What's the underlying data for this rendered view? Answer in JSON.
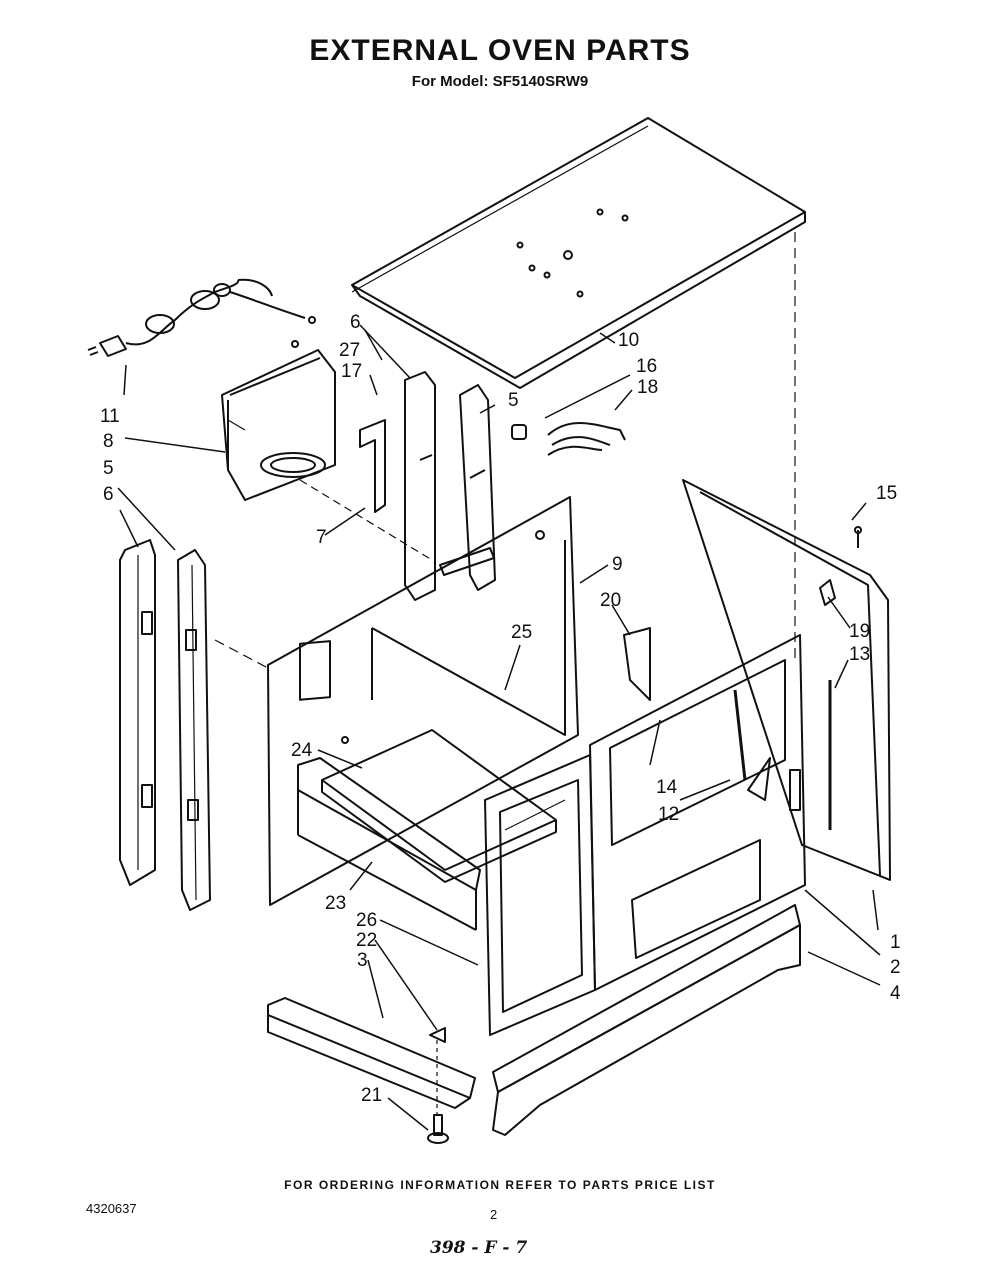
{
  "header": {
    "title": "EXTERNAL OVEN  PARTS",
    "subtitle": "For Model: SF5140SRW9"
  },
  "callouts": [
    "1",
    "2",
    "3",
    "4",
    "5",
    "5",
    "6",
    "6",
    "7",
    "8",
    "9",
    "10",
    "11",
    "12",
    "13",
    "14",
    "15",
    "16",
    "17",
    "18",
    "19",
    "20",
    "21",
    "22",
    "23",
    "24",
    "25",
    "26",
    "27"
  ],
  "footer": {
    "ordering_note": "FOR ORDERING INFORMATION REFER TO PARTS PRICE LIST",
    "doc_number": "4320637",
    "page_number": "2",
    "handwritten_code": "398 - F - 7"
  }
}
